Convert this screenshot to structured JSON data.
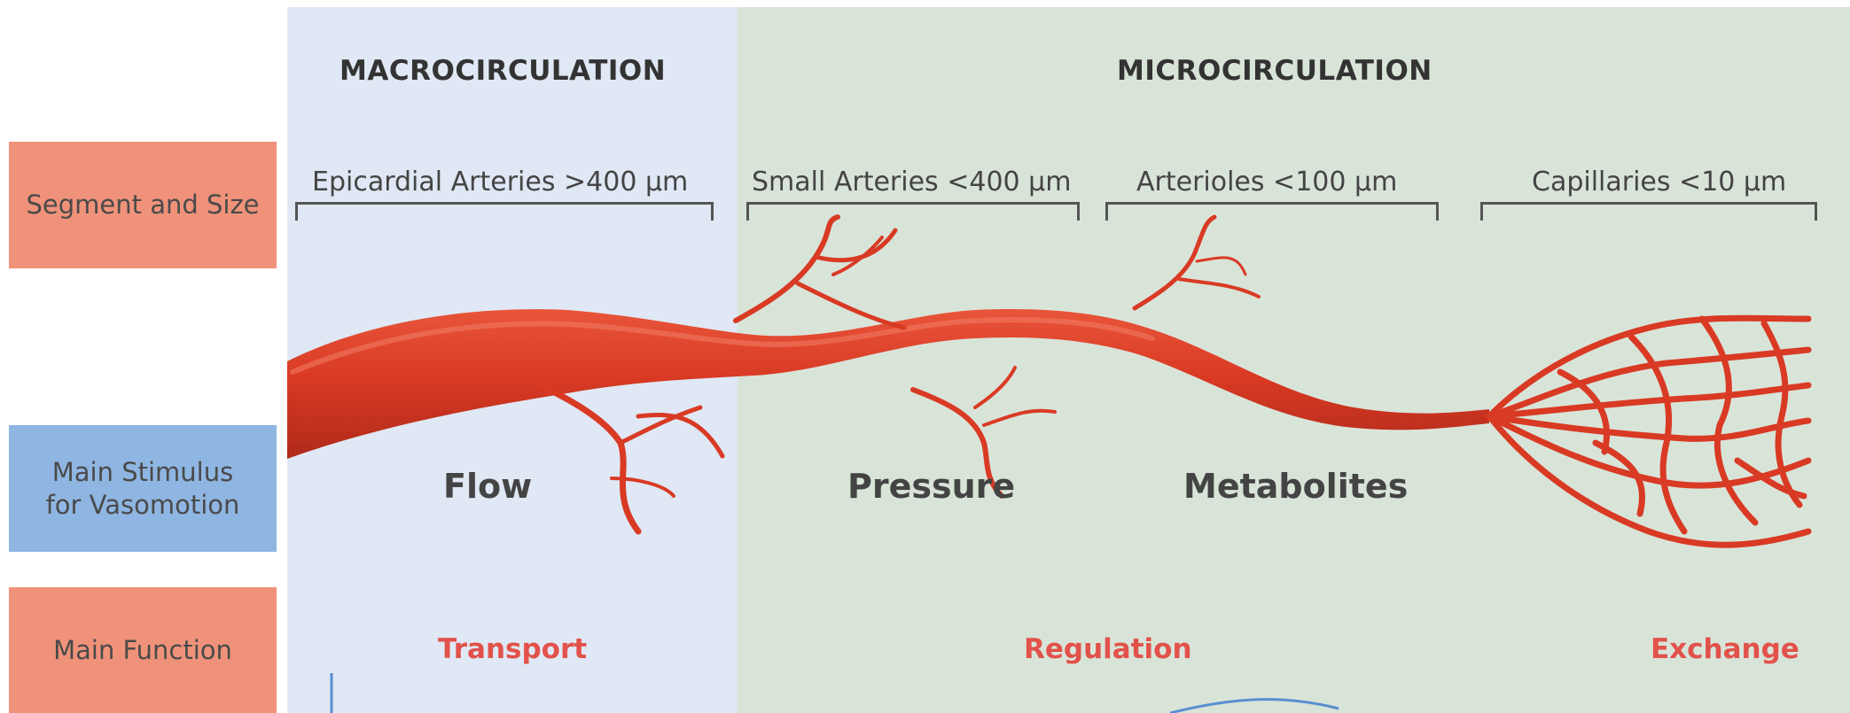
{
  "row_labels": {
    "segment_and_size": "Segment and Size",
    "main_stimulus_line1": "Main Stimulus",
    "main_stimulus_line2": "for Vasomotion",
    "main_function": "Main Function"
  },
  "sections": {
    "macro": "MACROCIRCULATION",
    "micro": "MICROCIRCULATION"
  },
  "segments": {
    "epicardial": "Epicardial Arteries >400 μm",
    "small": "Small Arteries <400 μm",
    "arterioles": "Arterioles <100 μm",
    "capillaries": "Capillaries <10 μm"
  },
  "stimuli": {
    "flow": "Flow",
    "pressure": "Pressure",
    "metabolites": "Metabolites"
  },
  "functions": {
    "transport": "Transport",
    "regulation": "Regulation",
    "exchange": "Exchange"
  },
  "colors": {
    "macro_panel": "#dfe8f4",
    "micro_panel": "#d9e4d9",
    "salmon_label": "#f0927a",
    "blue_label": "#8fb6e2",
    "vessel_red": "#d93a24",
    "function_text": "#e2524a"
  }
}
